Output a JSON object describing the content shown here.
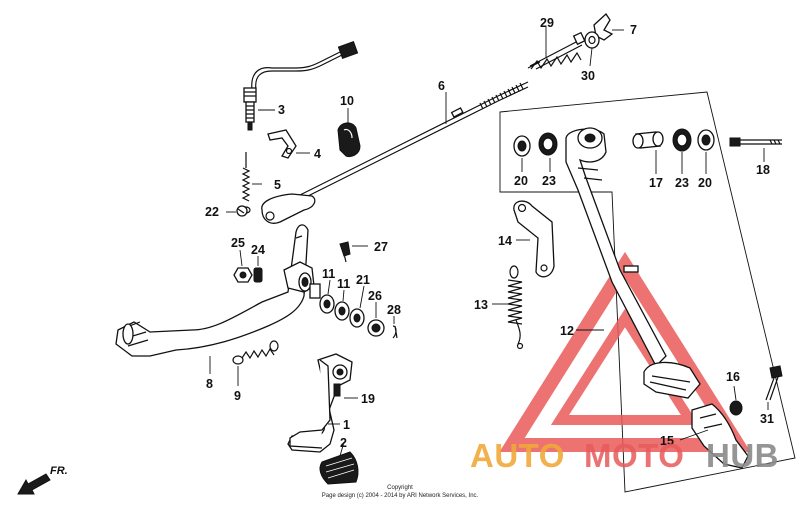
{
  "diagram": {
    "callouts": [
      {
        "id": "29",
        "label": "29"
      },
      {
        "id": "7",
        "label": "7"
      },
      {
        "id": "30",
        "label": "30"
      },
      {
        "id": "3",
        "label": "3"
      },
      {
        "id": "10",
        "label": "10"
      },
      {
        "id": "6",
        "label": "6"
      },
      {
        "id": "4",
        "label": "4"
      },
      {
        "id": "5",
        "label": "5"
      },
      {
        "id": "22",
        "label": "22"
      },
      {
        "id": "25",
        "label": "25"
      },
      {
        "id": "24",
        "label": "24"
      },
      {
        "id": "27",
        "label": "27"
      },
      {
        "id": "11a",
        "label": "11"
      },
      {
        "id": "11b",
        "label": "11"
      },
      {
        "id": "21",
        "label": "21"
      },
      {
        "id": "26",
        "label": "26"
      },
      {
        "id": "28",
        "label": "28"
      },
      {
        "id": "20a",
        "label": "20"
      },
      {
        "id": "23a",
        "label": "23"
      },
      {
        "id": "17",
        "label": "17"
      },
      {
        "id": "23b",
        "label": "23"
      },
      {
        "id": "20b",
        "label": "20"
      },
      {
        "id": "18",
        "label": "18"
      },
      {
        "id": "14",
        "label": "14"
      },
      {
        "id": "13",
        "label": "13"
      },
      {
        "id": "12",
        "label": "12"
      },
      {
        "id": "8",
        "label": "8"
      },
      {
        "id": "9",
        "label": "9"
      },
      {
        "id": "19",
        "label": "19"
      },
      {
        "id": "1",
        "label": "1"
      },
      {
        "id": "2",
        "label": "2"
      },
      {
        "id": "16",
        "label": "16"
      },
      {
        "id": "31",
        "label": "31"
      },
      {
        "id": "15",
        "label": "15"
      }
    ],
    "direction_label": "FR.",
    "copyright_line1": "Copyright",
    "copyright_line2": "Page design (c) 2004 - 2014 by ARI Network Services, Inc."
  },
  "watermark": {
    "part1": "AUTO",
    "part2": "MOTO",
    "part3": "HUB",
    "colors": {
      "auto": "#f0a93a",
      "moto": "#e85a5a",
      "hub": "#8a8a8a",
      "triangle": "#ea5a5a"
    }
  }
}
